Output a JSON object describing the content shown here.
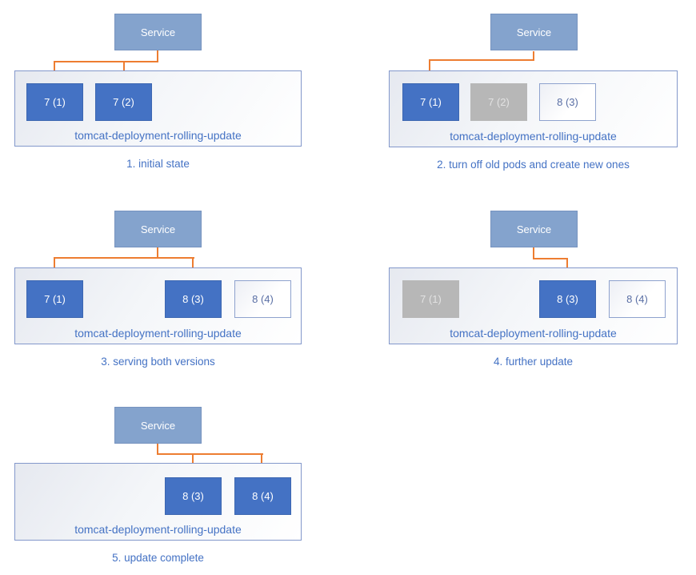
{
  "diagram": {
    "service_label": "Service",
    "deployment_label": "tomcat-deployment-rolling-update",
    "colors": {
      "service_fill": "#84A3CD",
      "pod_active_fill": "#4472C4",
      "pod_inactive_fill": "#B7B7B7",
      "pod_pending_border": "#8EA2CE",
      "arrow": "#ED7D31",
      "label_text": "#4472C4"
    },
    "panels": [
      {
        "caption": "1. initial state",
        "pods": [
          {
            "label": "7 (1)",
            "state": "active"
          },
          {
            "label": "7 (2)",
            "state": "active"
          }
        ]
      },
      {
        "caption": "2. turn off old pods and create new ones",
        "pods": [
          {
            "label": "7 (1)",
            "state": "active"
          },
          {
            "label": "7 (2)",
            "state": "inactive"
          },
          {
            "label": "8 (3)",
            "state": "pending"
          }
        ]
      },
      {
        "caption": "3. serving both versions",
        "pods": [
          {
            "label": "7 (1)",
            "state": "active"
          },
          {
            "label": "8 (3)",
            "state": "active"
          },
          {
            "label": "8 (4)",
            "state": "pending"
          }
        ]
      },
      {
        "caption": "4. further update",
        "pods": [
          {
            "label": "7 (1)",
            "state": "inactive"
          },
          {
            "label": "8 (3)",
            "state": "active"
          },
          {
            "label": "8 (4)",
            "state": "pending"
          }
        ]
      },
      {
        "caption": "5. update complete",
        "pods": [
          {
            "label": "8 (3)",
            "state": "active"
          },
          {
            "label": "8 (4)",
            "state": "active"
          }
        ]
      }
    ]
  }
}
